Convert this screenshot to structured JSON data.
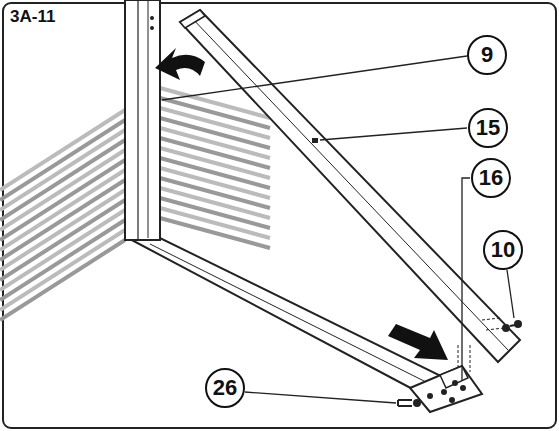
{
  "diagram": {
    "nodes": [
      {
        "text": [
          "9"
        ]
      },
      {
        "text": [
          "15"
        ]
      },
      {
        "text": [
          "16"
        ]
      },
      {
        "text": [
          "10"
        ]
      },
      {
        "text": [
          "26"
        ]
      }
    ],
    "edges": [],
    "labels": [
      "3A-11"
    ]
  }
}
